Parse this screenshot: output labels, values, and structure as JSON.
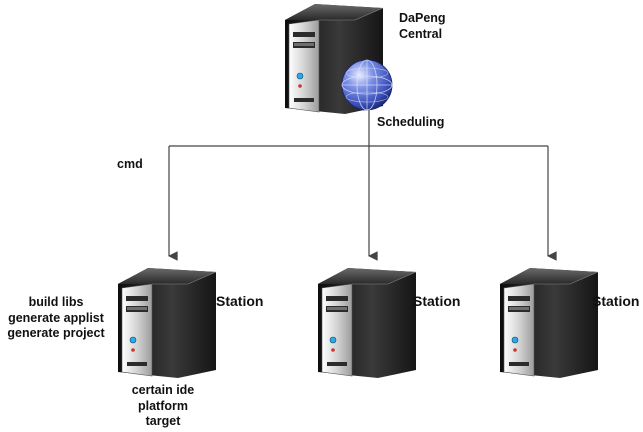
{
  "central": {
    "name_lines": [
      "DaPeng",
      "Central"
    ],
    "scheduling_label": "Scheduling",
    "cmd_label": "cmd"
  },
  "stations": [
    {
      "label": "Station",
      "tasks": [
        "build libs",
        "generate applist",
        "generate project"
      ],
      "targets": [
        "certain ide",
        "platform",
        "target"
      ]
    },
    {
      "label": "Station"
    },
    {
      "label": "Station"
    }
  ],
  "icons": {
    "server": "server-tower-icon",
    "globe": "globe-icon",
    "arrow": "arrow-down-icon"
  },
  "colors": {
    "line": "#444444",
    "server_dark": "#1e1e1e",
    "server_light": "#e6e6e6",
    "globe": "#3b4fb8"
  }
}
